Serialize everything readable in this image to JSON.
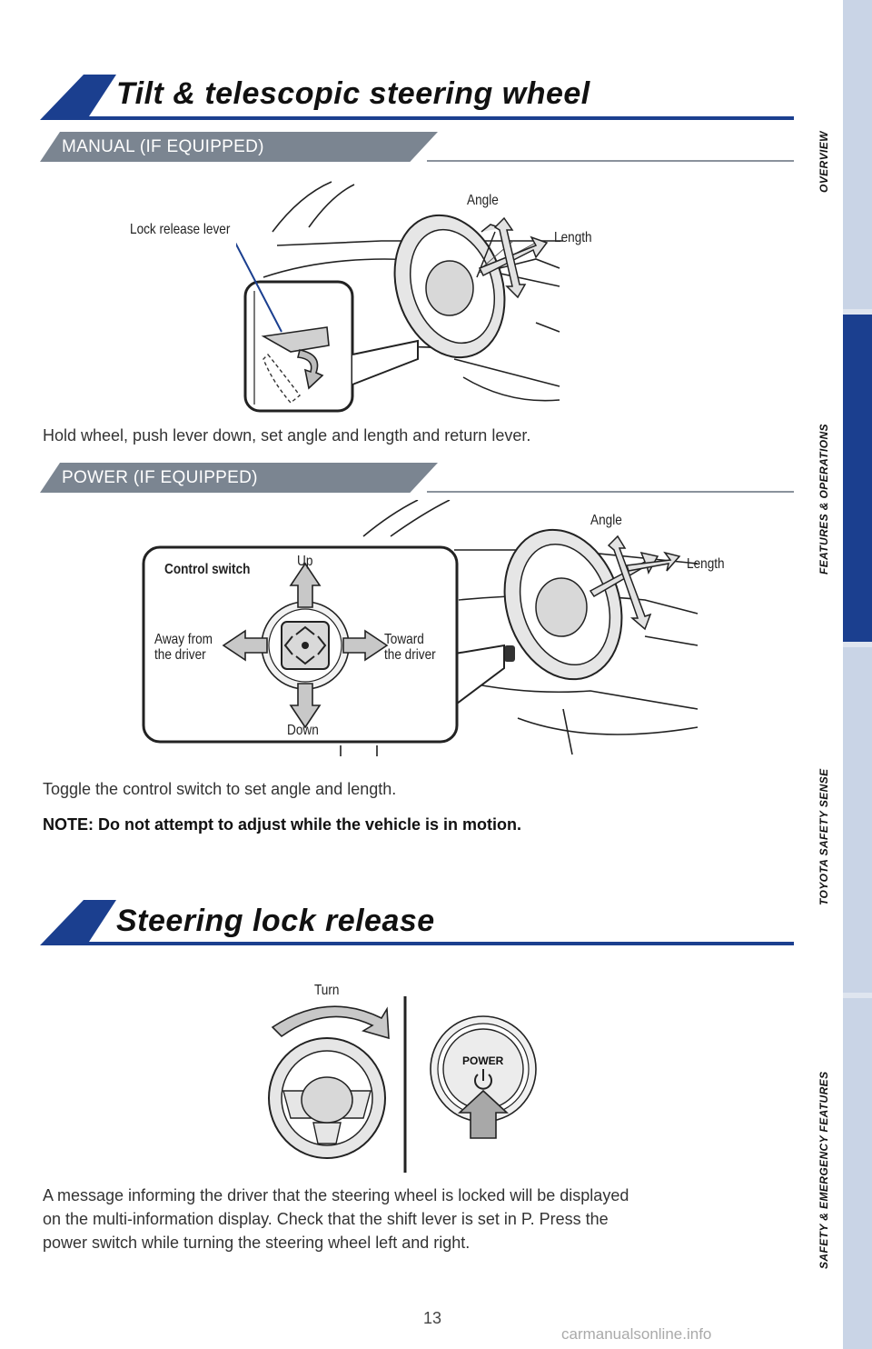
{
  "sections": {
    "tilt_title": "Tilt & telescopic steering wheel",
    "lock_title": "Steering lock release"
  },
  "manual": {
    "header": "MANUAL (IF EQUIPPED)",
    "labels": {
      "lever": "Lock release lever",
      "angle": "Angle",
      "length": "Length"
    },
    "caption": "Hold wheel, push lever down, set angle and length and return lever."
  },
  "power": {
    "header": "POWER (IF EQUIPPED)",
    "labels": {
      "control": "Control switch",
      "up": "Up",
      "down": "Down",
      "away1": "Away from",
      "away2": "the driver",
      "toward1": "Toward",
      "toward2": "the driver",
      "angle": "Angle",
      "length": "Length"
    },
    "caption": "Toggle the control switch to set angle and length.",
    "note": "NOTE: Do not attempt to adjust while the vehicle is in motion."
  },
  "lock": {
    "turn_label": "Turn",
    "power_button_label": "POWER",
    "caption_lines": [
      "A message informing the driver that the steering wheel is locked will be displayed",
      "on the multi-information display. Check that the shift lever is set in P. Press the",
      "power switch while turning the steering wheel left and right."
    ]
  },
  "tabs": [
    {
      "label": "OVERVIEW",
      "active": false
    },
    {
      "label": "FEATURES & OPERATIONS",
      "active": true
    },
    {
      "label": "TOYOTA SAFETY SENSE",
      "active": false
    },
    {
      "label": "SAFETY & EMERGENCY FEATURES",
      "active": false
    }
  ],
  "page_number": "13",
  "watermark": "carmanualsonline.info",
  "colors": {
    "accent": "#1b3f8f",
    "subheader": "#7b8591",
    "tab_bg": "#c9d4e6"
  }
}
